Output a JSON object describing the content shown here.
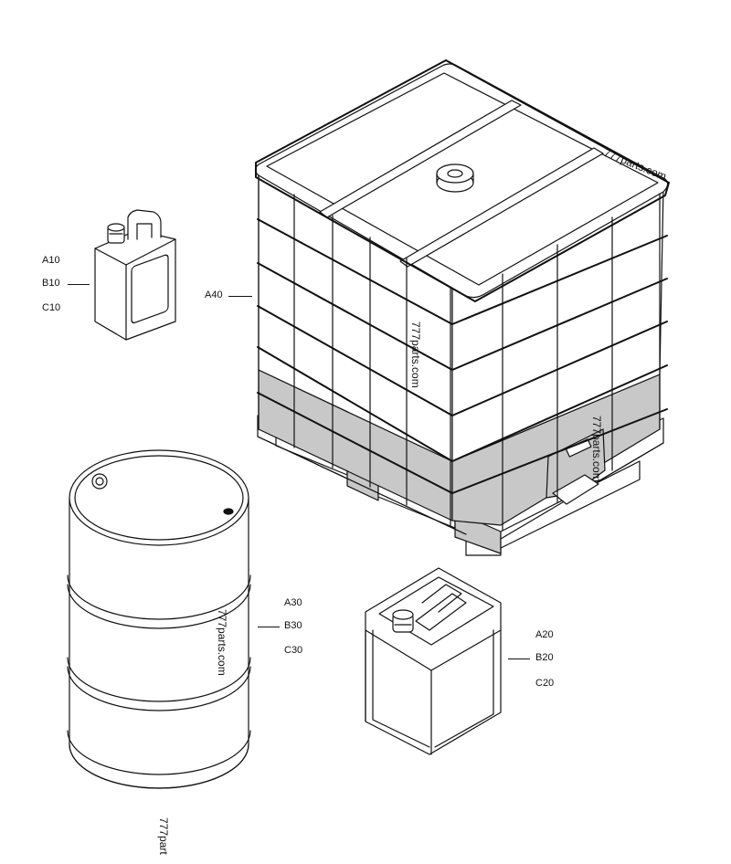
{
  "callouts": {
    "small_jerrycan": [
      "A10",
      "B10",
      "C10"
    ],
    "ibc_tank": [
      "A40"
    ],
    "drum": [
      "A30",
      "B30",
      "C30"
    ],
    "medium_jerrycan": [
      "A20",
      "B20",
      "C20"
    ]
  },
  "watermarks": [
    "777parts.com",
    "777parts.com",
    "777parts.com",
    "777parts.com",
    "777part"
  ],
  "colors": {
    "line": "#111111",
    "shade": "#c8c8c8",
    "paper": "#ffffff"
  }
}
